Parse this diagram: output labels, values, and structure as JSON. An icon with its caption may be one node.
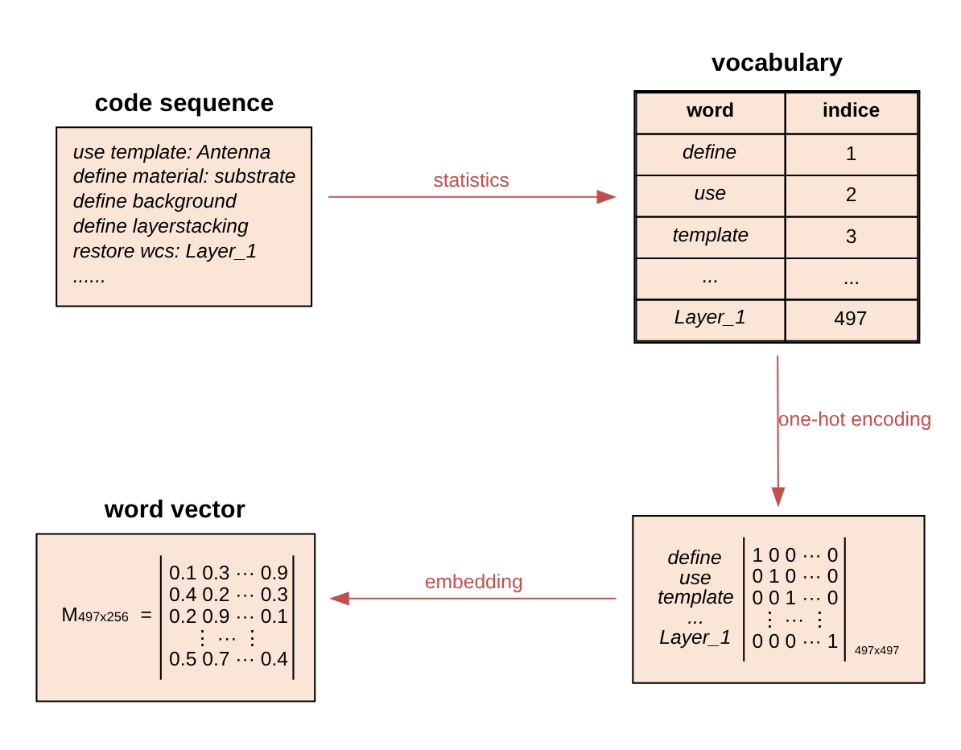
{
  "diagram": {
    "nodes": [
      {
        "text": [
          "code sequence",
          "use template: Antenna",
          "define material: substrate",
          "define background",
          "define layerstacking",
          "restore wcs: Layer_1",
          "......"
        ]
      },
      {
        "text": [
          "vocabulary",
          "word",
          "indice",
          "define",
          "1",
          "use",
          "2",
          "template",
          "3",
          "...",
          "...",
          "Layer_1",
          "497"
        ]
      },
      {
        "text": [
          "define",
          "use",
          "template",
          "...",
          "Layer_1",
          "1 0 0 ··· 0",
          "0 1 0 ··· 0",
          "0 0 1 ··· 0",
          "⋮ ··· ⋮",
          "0 0 0 ··· 1",
          "497x497"
        ]
      },
      {
        "text": [
          "word vector",
          "M$_{497x256}$ =",
          "0.1 0.3 ··· 0.9",
          "0.4 0.2 ··· 0.3",
          "0.2 0.9 ··· 0.1",
          "⋮ ··· ⋮",
          "0.5 0.7 ··· 0.4"
        ]
      }
    ],
    "edges": [
      {
        "from": 0,
        "to": 1,
        "arrow": "to",
        "label": "statistics"
      },
      {
        "from": 1,
        "to": 2,
        "arrow": "to",
        "label": "one-hot encoding"
      },
      {
        "from": 2,
        "to": 3,
        "arrow": "to",
        "label": "embedding"
      }
    ]
  }
}
